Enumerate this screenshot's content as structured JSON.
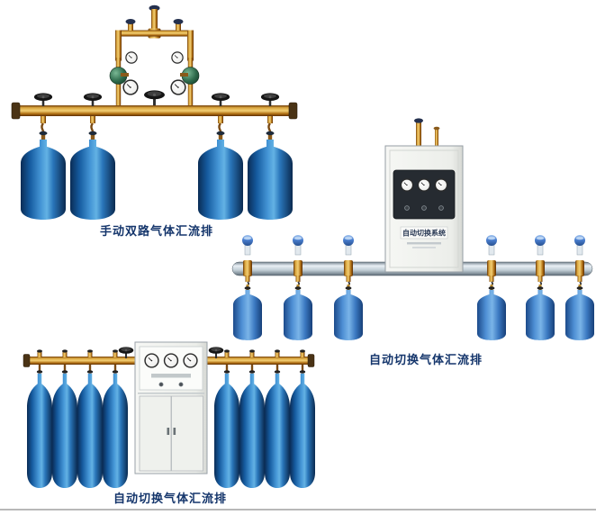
{
  "page": {
    "background": "#ffffff",
    "caption_color": "#14356b"
  },
  "products": [
    {
      "id": "manual-dual-gas-manifold",
      "caption": "手动双路气体汇流排",
      "cylinder_count": 4
    },
    {
      "id": "auto-switch-gas-manifold-wall",
      "caption": "自动切换气体汇流排",
      "cabinet_label": "自动切换系统",
      "cylinder_count": 6
    },
    {
      "id": "auto-switch-gas-manifold-floor",
      "caption": "自动切换气体汇流排",
      "cylinder_count": 8
    }
  ],
  "colors": {
    "cylinder_deep_blue": "#155a9e",
    "cylinder_light_blue": "#4e8fd4",
    "brass_pipe": "#daa63e",
    "aluminum_bar": "#c2ced6",
    "cabinet_body": "#f1f2ef",
    "valve_wheel": "#151515"
  }
}
